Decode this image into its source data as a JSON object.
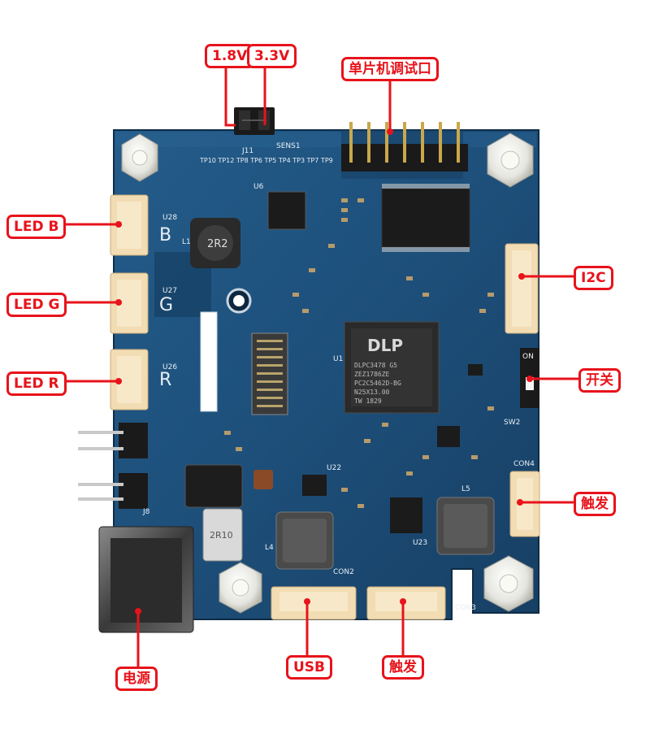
{
  "annotations": {
    "v18": "1.8V",
    "v33": "3.3V",
    "mcu_debug": "单片机调试口",
    "led_b": "LED B",
    "led_g": "LED G",
    "led_r": "LED R",
    "i2c": "I2C",
    "switch": "开关",
    "trigger_right": "触发",
    "power": "电源",
    "usb": "USB",
    "trigger_bottom": "触发"
  },
  "board_markings": {
    "silk_b": "B",
    "silk_g": "G",
    "silk_r": "R",
    "dlp_logo": "DLP",
    "chip_line1": "DLPC3478  G5",
    "chip_line2": "ZEZ1786ZE",
    "chip_line3": "PC2C5462D-BG",
    "chip_line4": "N25X13.00",
    "chip_line5": "TW 1829",
    "inductor": "2R2",
    "cap_can": "2R10",
    "tp_block": "TP10 TP12 TP8 TP6 TP5 TP4 TP3 TP7 TP9",
    "con4": "CON4",
    "con3": "CON3",
    "con2": "CON2",
    "j11": "J11",
    "j8": "J8",
    "u28": "U28",
    "u27": "U27",
    "u26": "U26",
    "u1": "U1",
    "u6": "U6",
    "u23": "U23",
    "u22": "U22",
    "l1": "L1",
    "l4": "L4",
    "l5": "L5",
    "sw2": "SW2",
    "sens": "SENS1",
    "on": "ON"
  },
  "colors": {
    "annotation_red": "#e8131b",
    "pcb_blue": "#1d4f7a",
    "pcb_dark": "#143a5c",
    "connector_cream": "#f2dcb3",
    "silkscreen": "#e8eef4"
  }
}
